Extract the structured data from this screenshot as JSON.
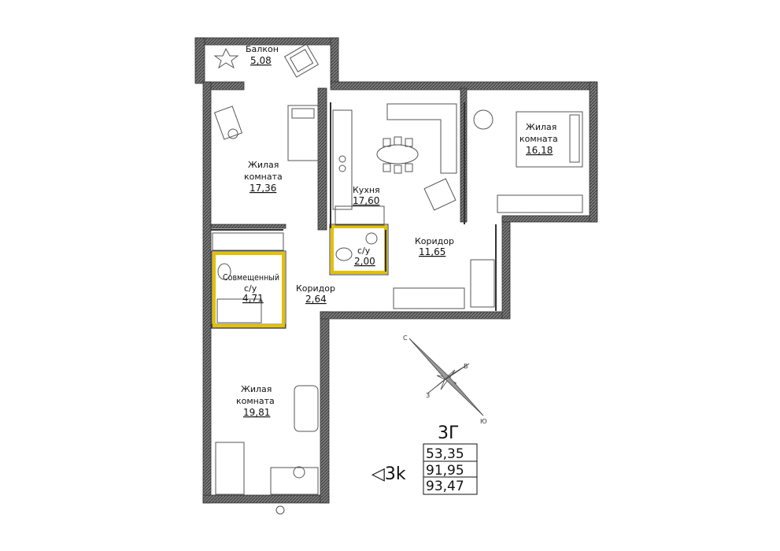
{
  "plan": {
    "rooms": [
      {
        "id": "balcony",
        "name": "Балкон",
        "area": "5,08"
      },
      {
        "id": "living1",
        "name_line1": "Жилая",
        "name_line2": "комната",
        "area": "17,36"
      },
      {
        "id": "kitchen",
        "name": "Кухня",
        "area": "17,60"
      },
      {
        "id": "living2",
        "name_line1": "Жилая",
        "name_line2": "комната",
        "area": "16,18"
      },
      {
        "id": "wc_small",
        "name": "с/у",
        "area": "2,00"
      },
      {
        "id": "corridor1",
        "name": "Коридор",
        "area": "11,65"
      },
      {
        "id": "wc_combined",
        "name_line1": "Совмещенный",
        "name_line2": "с/у",
        "area": "4,71"
      },
      {
        "id": "corridor2",
        "name": "Коридор",
        "area": "2,64"
      },
      {
        "id": "living3",
        "name_line1": "Жилая",
        "name_line2": "комната",
        "area": "19,81"
      }
    ],
    "compass": {
      "c": "С",
      "v": "В",
      "z": "З",
      "yug": "Ю"
    },
    "apartment_code": "3Г",
    "type_label": "◁3k",
    "totals": [
      "53,35",
      "91,95",
      "93,47"
    ]
  },
  "colors": {
    "wall": "#5a5a5a",
    "wet_zone": "#e3c000",
    "line": "#333333"
  }
}
